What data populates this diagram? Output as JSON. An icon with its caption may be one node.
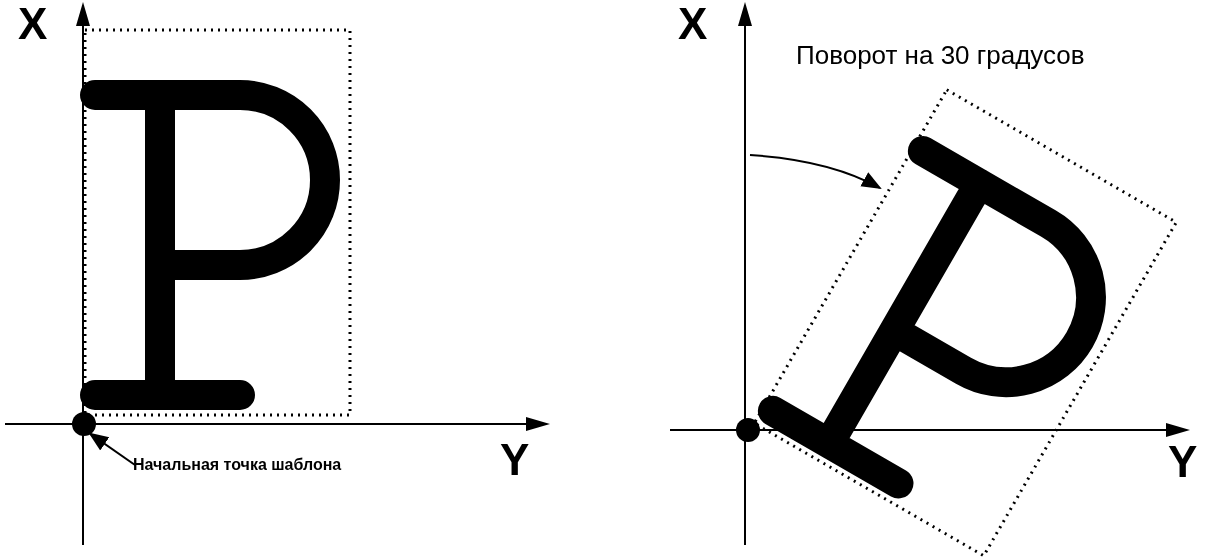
{
  "diagram": {
    "nodes": [
      {
        "text": [
          "Начальная точка шаблона"
        ]
      },
      {
        "text": [],
        "shape": "circle"
      }
    ],
    "edges": [
      {
        "from": 0,
        "to": 1,
        "arrow": "to"
      }
    ],
    "labels": [
      "X",
      "X",
      "Поворот на 30 градусов",
      "Y",
      "Y"
    ]
  }
}
